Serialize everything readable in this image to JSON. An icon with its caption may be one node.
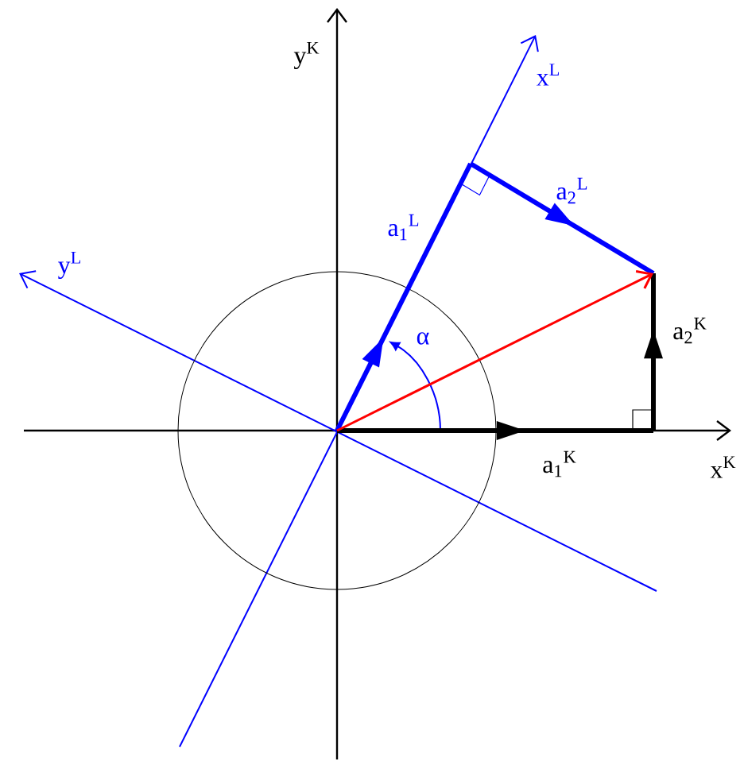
{
  "diagram": {
    "labels": [
      "y$^{K}$",
      "x$^{L}$",
      "a$_{2}$$^{L}$",
      "a$_{1}$$^{L}$",
      "y$^{L}$",
      "a$_{2}$$^{K}$",
      "α",
      "a$_{1}$$^{K}$",
      "x$^{K}$"
    ]
  }
}
